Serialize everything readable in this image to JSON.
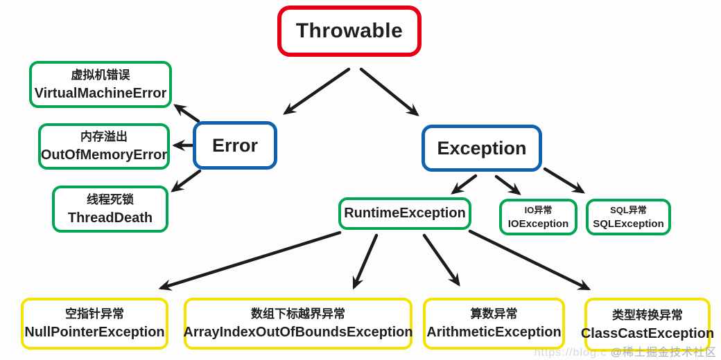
{
  "diagram_title": "Java Throwable exception hierarchy",
  "colors": {
    "root_border": "#e60012",
    "category_border": "#0e62b0",
    "checked_border": "#00a651",
    "unchecked_border": "#f4e300",
    "arrow": "#1c1c1c",
    "text": "#1f1f1f",
    "background": "#fdfdfd"
  },
  "nodes": {
    "throwable": {
      "label": "Throwable"
    },
    "error": {
      "label": "Error"
    },
    "exception": {
      "label": "Exception"
    },
    "virtual_machine_error": {
      "zh": "虚拟机错误",
      "en": "VirtualMachineError"
    },
    "out_of_memory_error": {
      "zh": "内存溢出",
      "en": "OutOfMemoryError"
    },
    "thread_death": {
      "zh": "线程死锁",
      "en": "ThreadDeath"
    },
    "runtime_exception": {
      "label": "RuntimeException"
    },
    "io_exception": {
      "zh": "IO异常",
      "en": "IOException"
    },
    "sql_exception": {
      "zh": "SQL异常",
      "en": "SQLException"
    },
    "null_pointer_exception": {
      "zh": "空指针异常",
      "en": "NullPointerException"
    },
    "array_index_out_of_bounds_exception": {
      "zh": "数组下标越界异常",
      "en": "ArrayIndexOutOfBoundsException"
    },
    "arithmetic_exception": {
      "zh": "算数异常",
      "en": "ArithmeticException"
    },
    "class_cast_exception": {
      "zh": "类型转换异常",
      "en": "ClassCastException"
    }
  },
  "edges": [
    {
      "from": "Throwable",
      "to": "Error"
    },
    {
      "from": "Throwable",
      "to": "Exception"
    },
    {
      "from": "Error",
      "to": "VirtualMachineError"
    },
    {
      "from": "Error",
      "to": "OutOfMemoryError"
    },
    {
      "from": "Error",
      "to": "ThreadDeath"
    },
    {
      "from": "Exception",
      "to": "RuntimeException"
    },
    {
      "from": "Exception",
      "to": "IOException"
    },
    {
      "from": "Exception",
      "to": "SQLException"
    },
    {
      "from": "RuntimeException",
      "to": "NullPointerException"
    },
    {
      "from": "RuntimeException",
      "to": "ArrayIndexOutOfBoundsException"
    },
    {
      "from": "RuntimeException",
      "to": "ArithmeticException"
    },
    {
      "from": "RuntimeException",
      "to": "ClassCastException"
    }
  ],
  "watermark": {
    "prefix": "https://blog.c",
    "text": "@稀土掘金技术社区"
  }
}
